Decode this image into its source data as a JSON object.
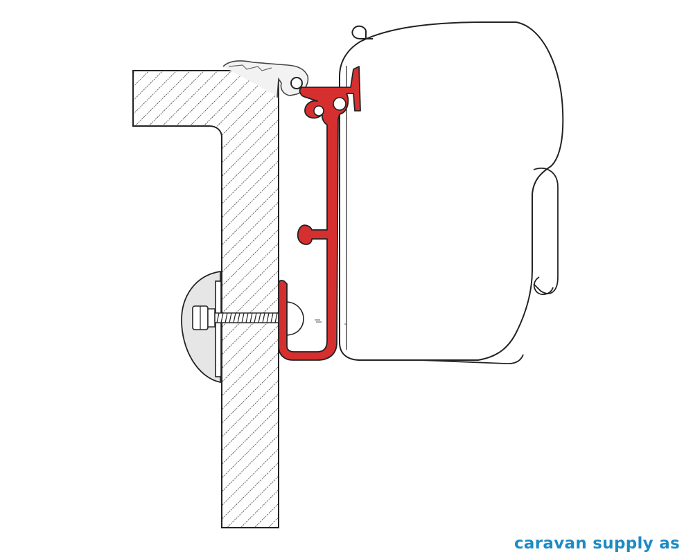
{
  "watermark": {
    "text": "caravan supply as",
    "color": "#1d8bc4"
  },
  "colors": {
    "outline": "#222222",
    "adapter_fill": "#d62f2f",
    "adapter_stroke": "#222222",
    "hatch": "#333333",
    "plate_fill": "#e6e6e6",
    "housing_fill": "#ffffff"
  },
  "parts": [
    {
      "name": "caravan-wall-section"
    },
    {
      "name": "awning-rail"
    },
    {
      "name": "adapter-bracket"
    },
    {
      "name": "awning-cassette"
    },
    {
      "name": "mounting-bolt"
    },
    {
      "name": "backing-plate"
    }
  ]
}
